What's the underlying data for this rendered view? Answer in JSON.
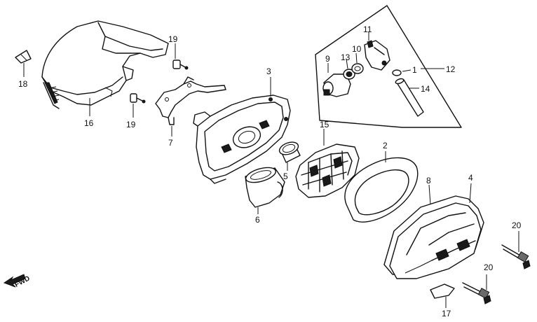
{
  "diagram": {
    "fwd_label": "FWD",
    "callouts": [
      {
        "id": "c1",
        "text": "1"
      },
      {
        "id": "c2",
        "text": "2"
      },
      {
        "id": "c3",
        "text": "3"
      },
      {
        "id": "c4",
        "text": "4"
      },
      {
        "id": "c5",
        "text": "5"
      },
      {
        "id": "c6",
        "text": "6"
      },
      {
        "id": "c7",
        "text": "7"
      },
      {
        "id": "c8",
        "text": "8"
      },
      {
        "id": "c9",
        "text": "9"
      },
      {
        "id": "c10",
        "text": "10"
      },
      {
        "id": "c11",
        "text": "11"
      },
      {
        "id": "c12",
        "text": "12"
      },
      {
        "id": "c13",
        "text": "13"
      },
      {
        "id": "c14",
        "text": "14"
      },
      {
        "id": "c15",
        "text": "15"
      },
      {
        "id": "c16",
        "text": "16"
      },
      {
        "id": "c17",
        "text": "17"
      },
      {
        "id": "c18",
        "text": "18"
      },
      {
        "id": "c19a",
        "text": "19"
      },
      {
        "id": "c19b",
        "text": "19"
      },
      {
        "id": "c20a",
        "text": "20"
      },
      {
        "id": "c20b",
        "text": "20"
      }
    ]
  }
}
